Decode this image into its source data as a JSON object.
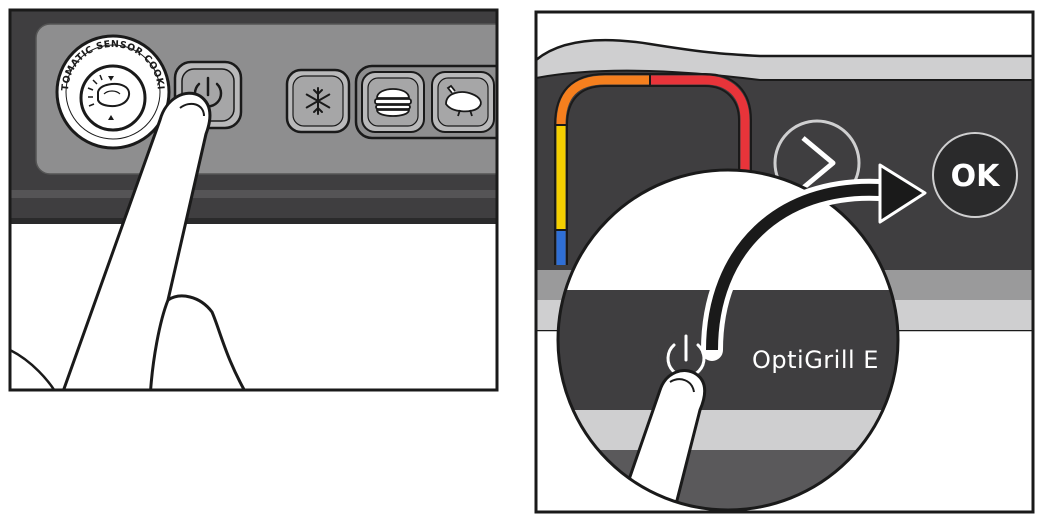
{
  "left_panel": {
    "badge_text": "AUTOMATIC SENSOR COOKING",
    "badge_icon": "steak-icon",
    "buttons": [
      {
        "name": "power-button",
        "icon": "power-icon"
      },
      {
        "name": "frozen-button",
        "icon": "snowflake-icon"
      },
      {
        "name": "burger-button",
        "icon": "burger-icon"
      },
      {
        "name": "poultry-button",
        "icon": "chicken-icon"
      }
    ]
  },
  "right_panel": {
    "ok_label": "OK",
    "next_icon": "chevron-right-icon",
    "brand_label": "OptiGrill E",
    "indicator_colors": [
      "#2f6fd6",
      "#f5d000",
      "#f57f1e",
      "#e8343a"
    ]
  },
  "colors": {
    "panel_dark": "#3f3e40",
    "panel_mid": "#9a9a9b",
    "panel_light": "#cfcfd0",
    "outline": "#1a1a1a"
  }
}
